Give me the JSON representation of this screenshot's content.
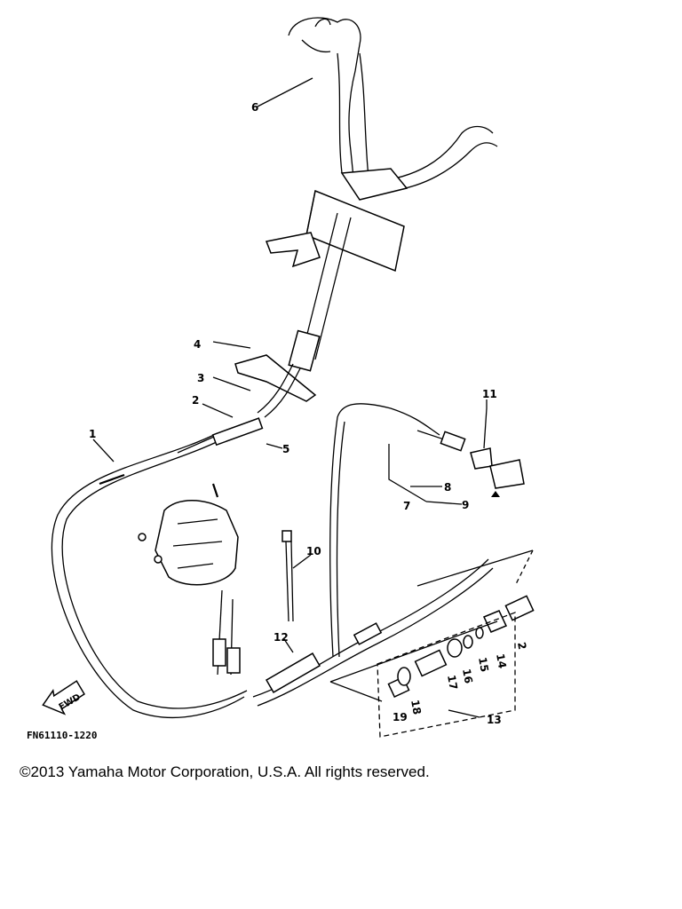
{
  "diagram": {
    "callouts": [
      "1",
      "2",
      "3",
      "4",
      "5",
      "6",
      "7",
      "8",
      "9",
      "10",
      "11",
      "12",
      "13",
      "14",
      "15",
      "16",
      "17",
      "18",
      "19",
      "2"
    ],
    "direction_tag": "FWD",
    "figure_code": "FN61110-1220"
  },
  "footer": {
    "copyright": "©2013 Yamaha Motor Corporation, U.S.A. All rights reserved."
  }
}
